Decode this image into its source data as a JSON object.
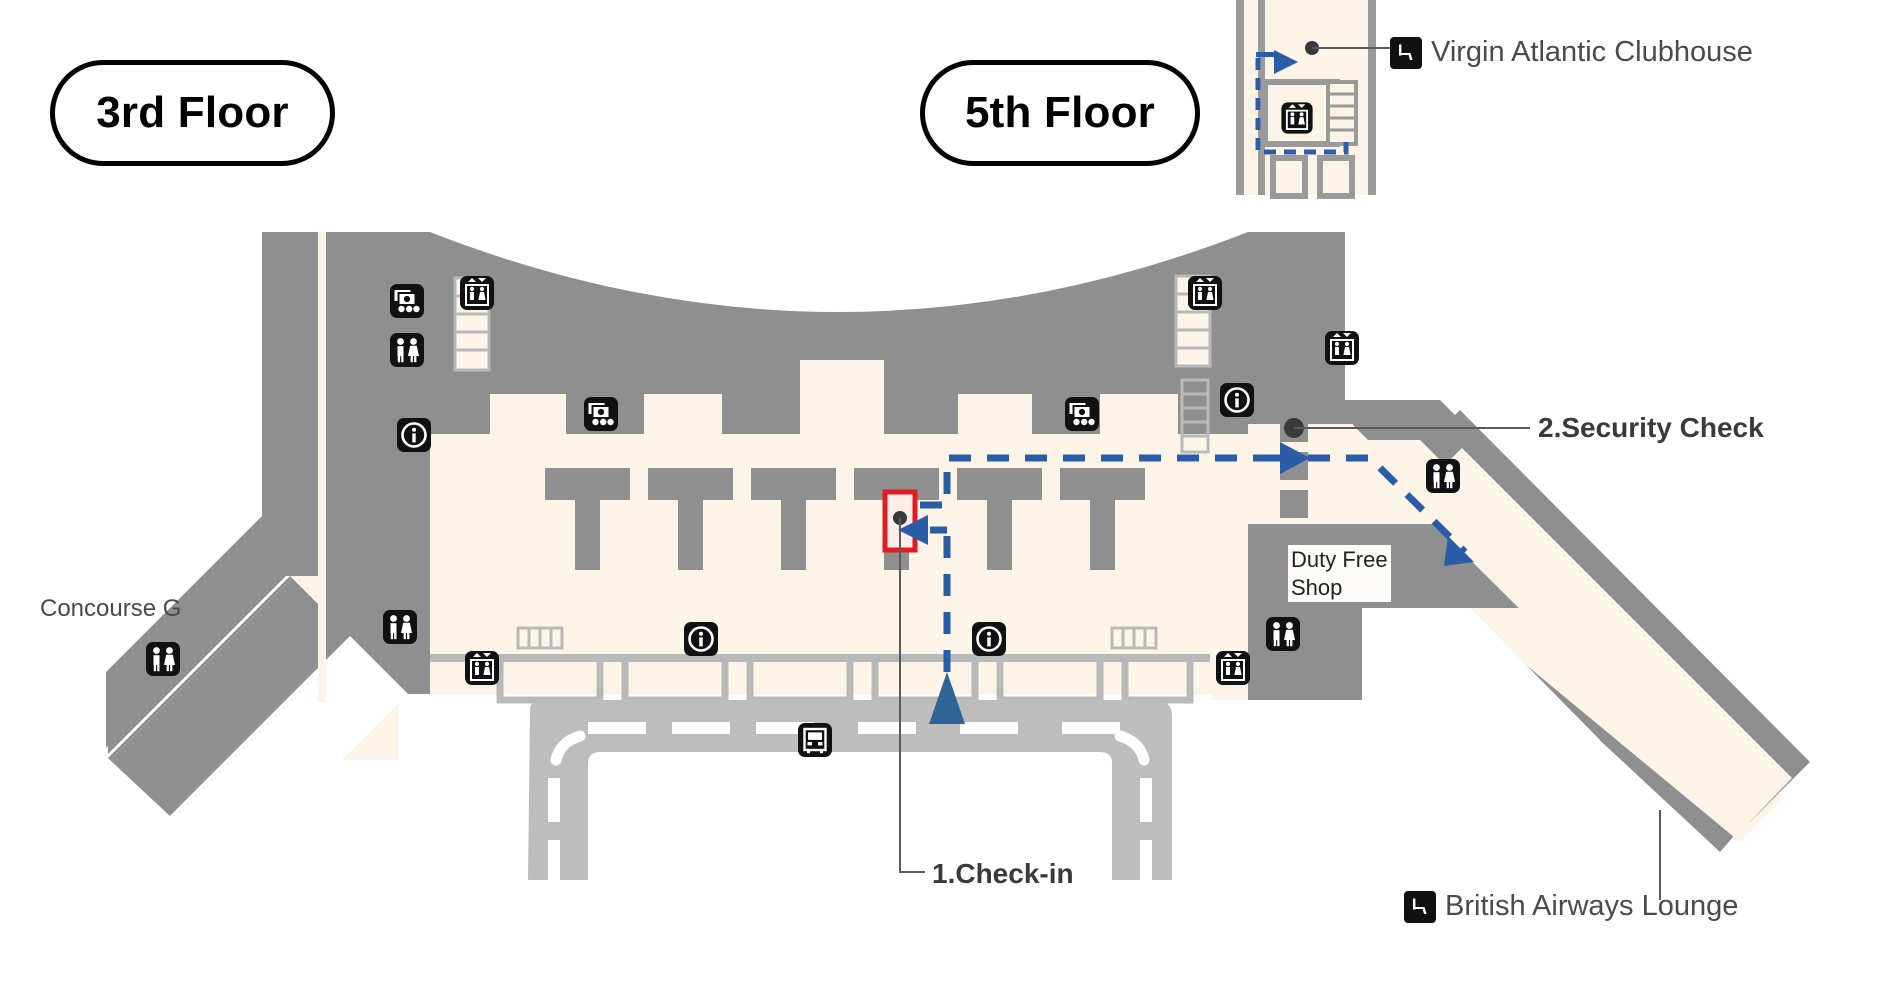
{
  "floors": {
    "main_floor_label": "3rd Floor",
    "inset_floor_label": "5th Floor"
  },
  "map": {
    "concourse_label": "Concourse G",
    "duty_free_line1": "Duty Free",
    "duty_free_line2": "Shop"
  },
  "steps": [
    {
      "id": "checkin",
      "label": "1.Check-in"
    },
    {
      "id": "security",
      "label": "2.Security Check"
    }
  ],
  "lounges": [
    {
      "id": "virgin",
      "label": "Virgin Atlantic Clubhouse",
      "icon": "lounge-seat-icon"
    },
    {
      "id": "ba",
      "label": "British Airways Lounge",
      "icon": "lounge-seat-icon"
    }
  ],
  "icons": {
    "elevator": "elevator-icon",
    "restroom": "restroom-icon",
    "information": "information-icon",
    "currency_exchange": "currency-exchange-icon",
    "bus": "bus-icon",
    "escalator": "escalator-icon",
    "lounge": "lounge-seat-icon"
  },
  "colors": {
    "floor": "#fcf4e7",
    "wall": "#8f8f8f",
    "road": "#bdbdbd",
    "route": "#2b5ca8",
    "highlight": "#e11b22",
    "icon_bg": "#111111",
    "text": "#3d3d3d",
    "background": "#ffffff"
  },
  "route": {
    "start_marker": "blue-triangle-start",
    "style": "dashed",
    "direction_arrows": 3
  },
  "poi_markers": {
    "checkin_counter": "red-highlighted-counter",
    "security_gate": "dashed-grey-gate"
  }
}
